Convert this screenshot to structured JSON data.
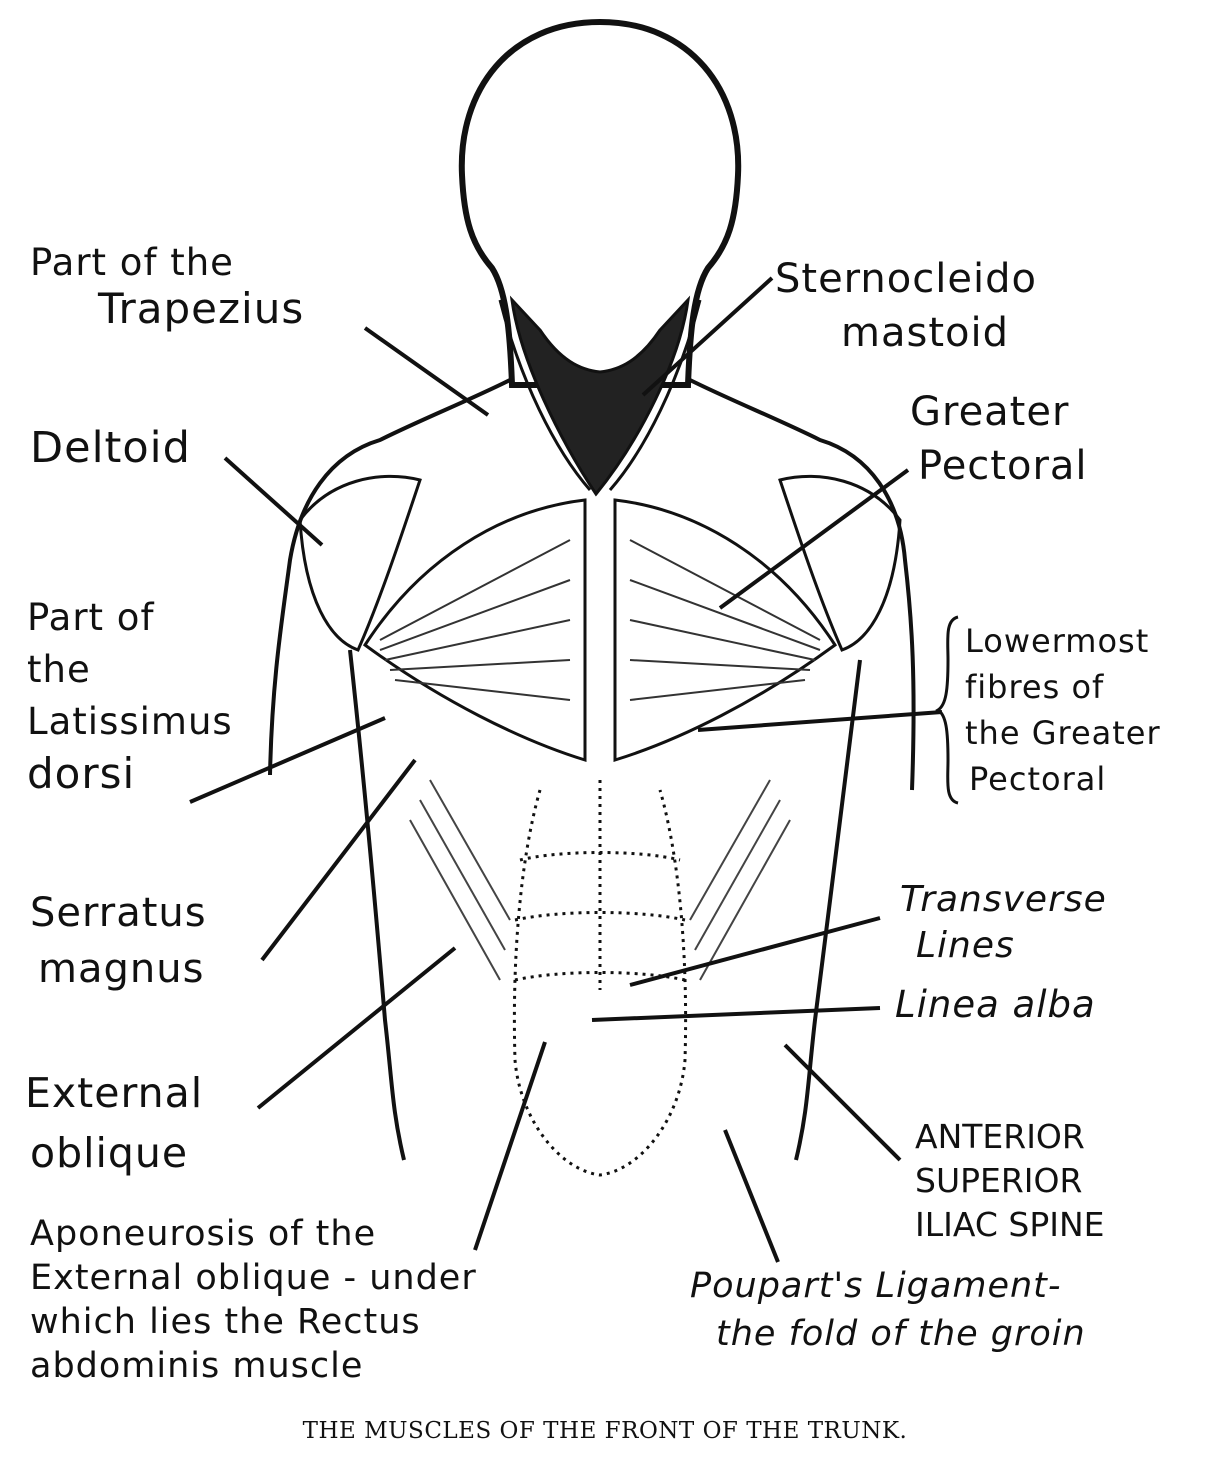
{
  "labels": {
    "trapezius": [
      "Part of the",
      "Trapezius"
    ],
    "deltoid": [
      "Deltoid"
    ],
    "latissimus": [
      "Part of",
      "the",
      "Latissimus",
      "dorsi"
    ],
    "serratus": [
      "Serratus",
      "magnus"
    ],
    "external_oblique": [
      "External",
      "oblique"
    ],
    "aponeurosis": [
      "Aponeurosis of the",
      "External oblique - under",
      "which lies the Rectus",
      "abdominis muscle"
    ],
    "sternocleido": [
      "Sternocleido",
      "mastoid"
    ],
    "greater_pectoral": [
      "Greater",
      "Pectoral"
    ],
    "lowermost": [
      "Lowermost",
      "fibres of",
      "the Greater",
      "Pectoral"
    ],
    "transverse": [
      "Transverse",
      "Lines"
    ],
    "linea_alba": [
      "Linea alba"
    ],
    "iliac_spine": [
      "ANTERIOR",
      "SUPERIOR",
      "ILIAC SPINE"
    ],
    "poupart": [
      "Poupart's Ligament-",
      "the fold of the groin"
    ]
  },
  "caption": "THE MUSCLES OF THE FRONT OF THE TRUNK."
}
